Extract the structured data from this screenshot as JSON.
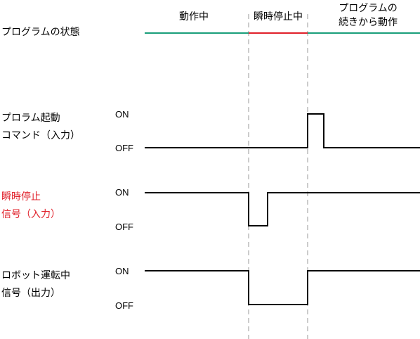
{
  "states": {
    "row_label": "プログラムの状態",
    "running": "動作中",
    "paused": "瞬時停止中",
    "resume_line1": "プログラムの",
    "resume_line2": "続きから動作",
    "colors": {
      "running": "#1a9e7a",
      "paused": "#e0202a",
      "resume": "#1a9e7a"
    }
  },
  "signals": [
    {
      "line1": "プロラム起動",
      "line2": "コマンド（入力）",
      "on": "ON",
      "off": "OFF",
      "color": "#000000"
    },
    {
      "line1": "瞬時停止",
      "line2": "信号（入力）",
      "on": "ON",
      "off": "OFF",
      "color": "#e0202a"
    },
    {
      "line1": "ロボット運転中",
      "line2": "信号（出力）",
      "on": "ON",
      "off": "OFF",
      "color": "#000000"
    }
  ]
}
